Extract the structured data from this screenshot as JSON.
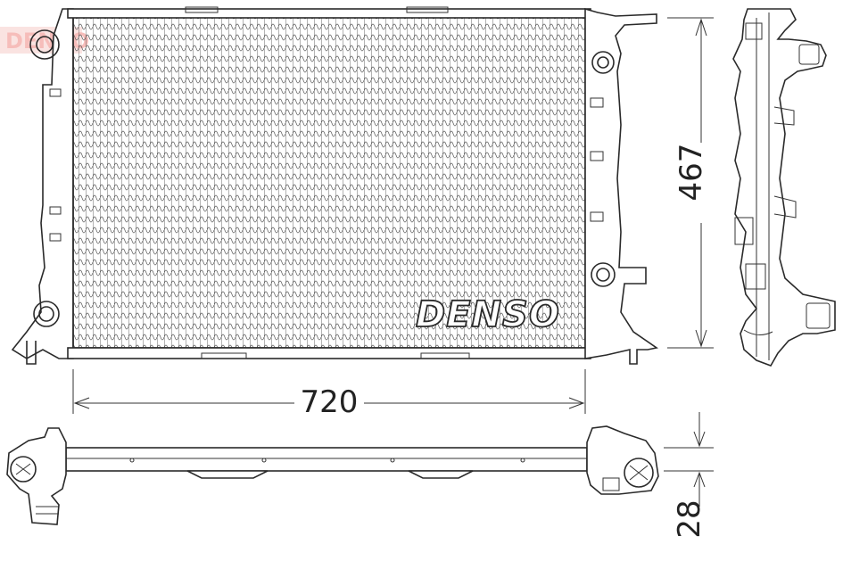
{
  "brand_label": "DENSO",
  "watermark_text": "DENSO",
  "dimensions": {
    "width_label": "720",
    "height_label": "467",
    "depth_label": "28"
  },
  "colors": {
    "line": "#2a2a2a",
    "background": "#ffffff",
    "watermark": "#e8463c"
  }
}
